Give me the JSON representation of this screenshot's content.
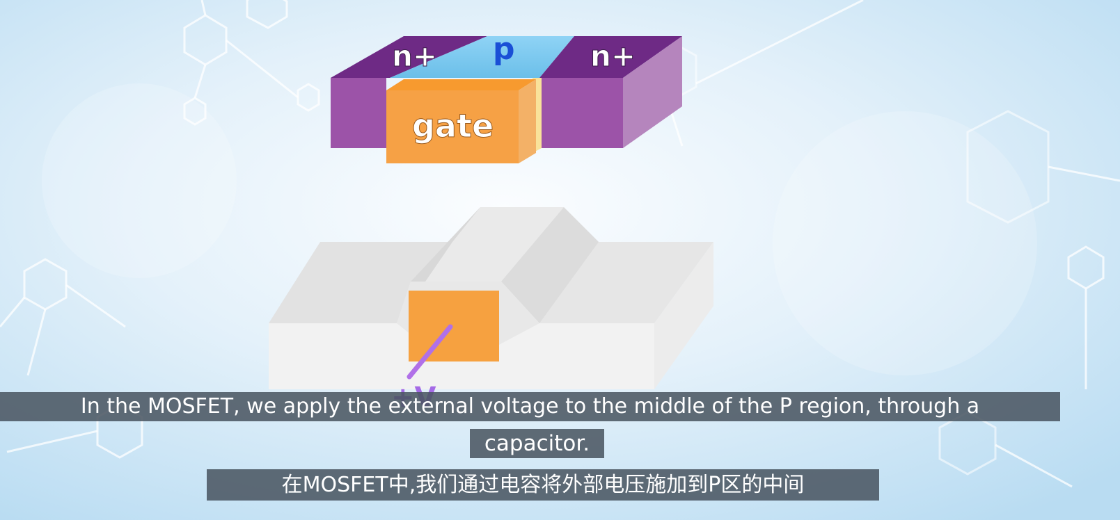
{
  "diagram": {
    "mosfet_top": {
      "label_left": "n+",
      "label_middle": "p",
      "label_right": "n+",
      "gate_label": "gate"
    },
    "capacitor_view": {
      "voltage_label": "+V"
    }
  },
  "colors": {
    "n_region": "#9a4fa6",
    "n_region_top": "#6e2a85",
    "p_region_top": "#7dc8ee",
    "gate_orange": "#f6a145",
    "block_white": "#eeeeee",
    "label_p_blue": "#1a4fd6",
    "wire_purple": "#b070e8",
    "subtitle_bg": "#485460"
  },
  "subtitles": {
    "english_line1": "In the MOSFET, we apply the external voltage to the middle of the P region, through a",
    "english_line2": "capacitor.",
    "chinese_line": "在MOSFET中,我们通过电容将外部电压施加到P区的中间"
  }
}
